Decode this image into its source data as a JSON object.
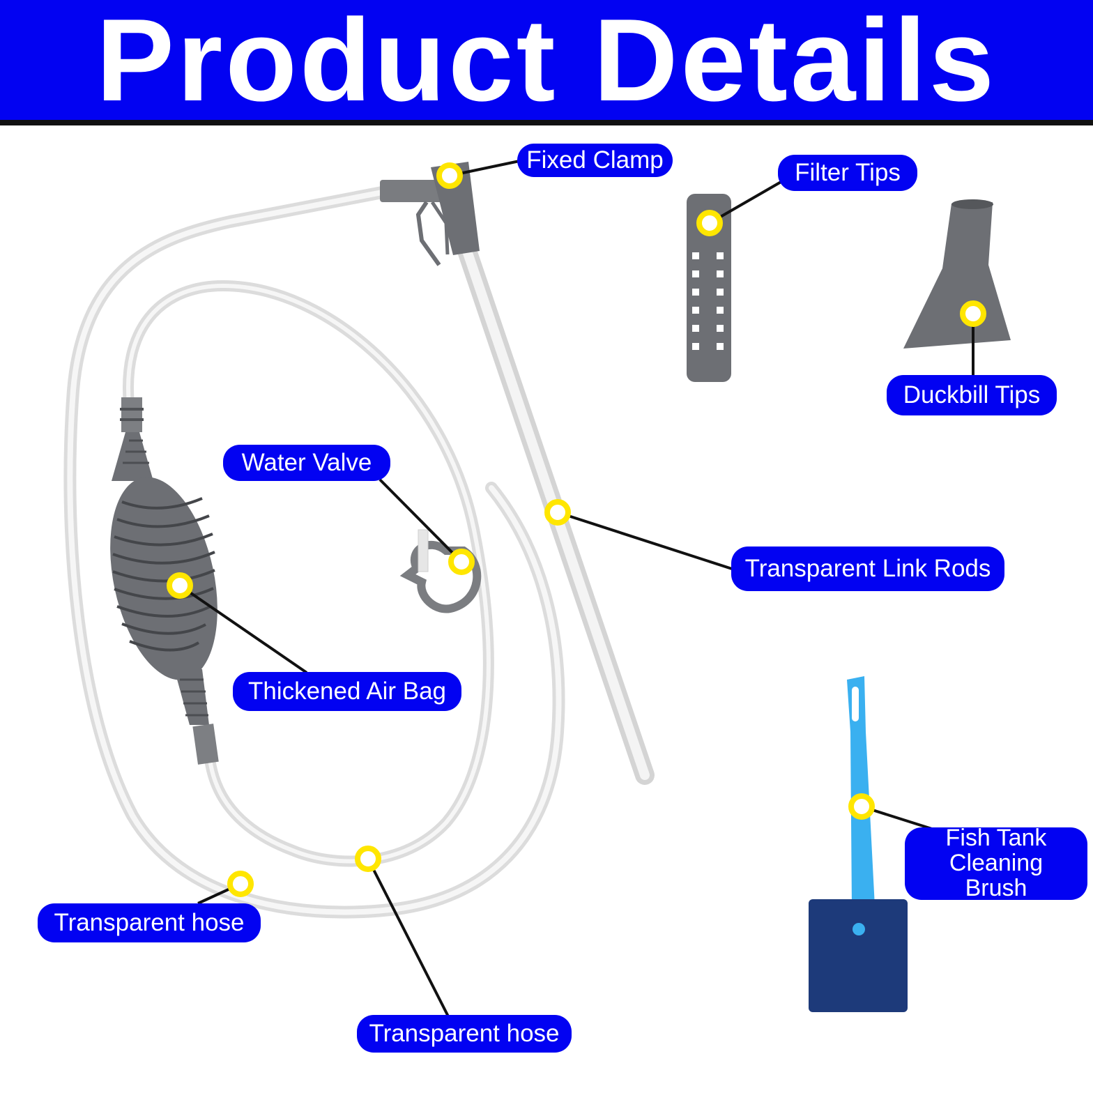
{
  "header": {
    "title": "Product Details"
  },
  "labels": {
    "fixed_clamp": "Fixed Clamp",
    "filter_tips": "Filter Tips",
    "duckbill_tips": "Duckbill Tips",
    "water_valve": "Water Valve",
    "transparent_link_rods": "Transparent Link Rods",
    "thickened_air_bag": "Thickened Air Bag",
    "transparent_hose_outer": "Transparent hose",
    "transparent_hose_inner": "Transparent hose",
    "cleaning_brush": "Fish Tank Cleaning Brush"
  },
  "colors": {
    "banner": "#0202f2",
    "label_bg": "#0202f2",
    "label_text": "#ffffff",
    "marker": "#ffe600",
    "part_gray": "#6d6f74",
    "brush_handle": "#3ab0f0",
    "brush_sponge": "#1d3a7a"
  }
}
